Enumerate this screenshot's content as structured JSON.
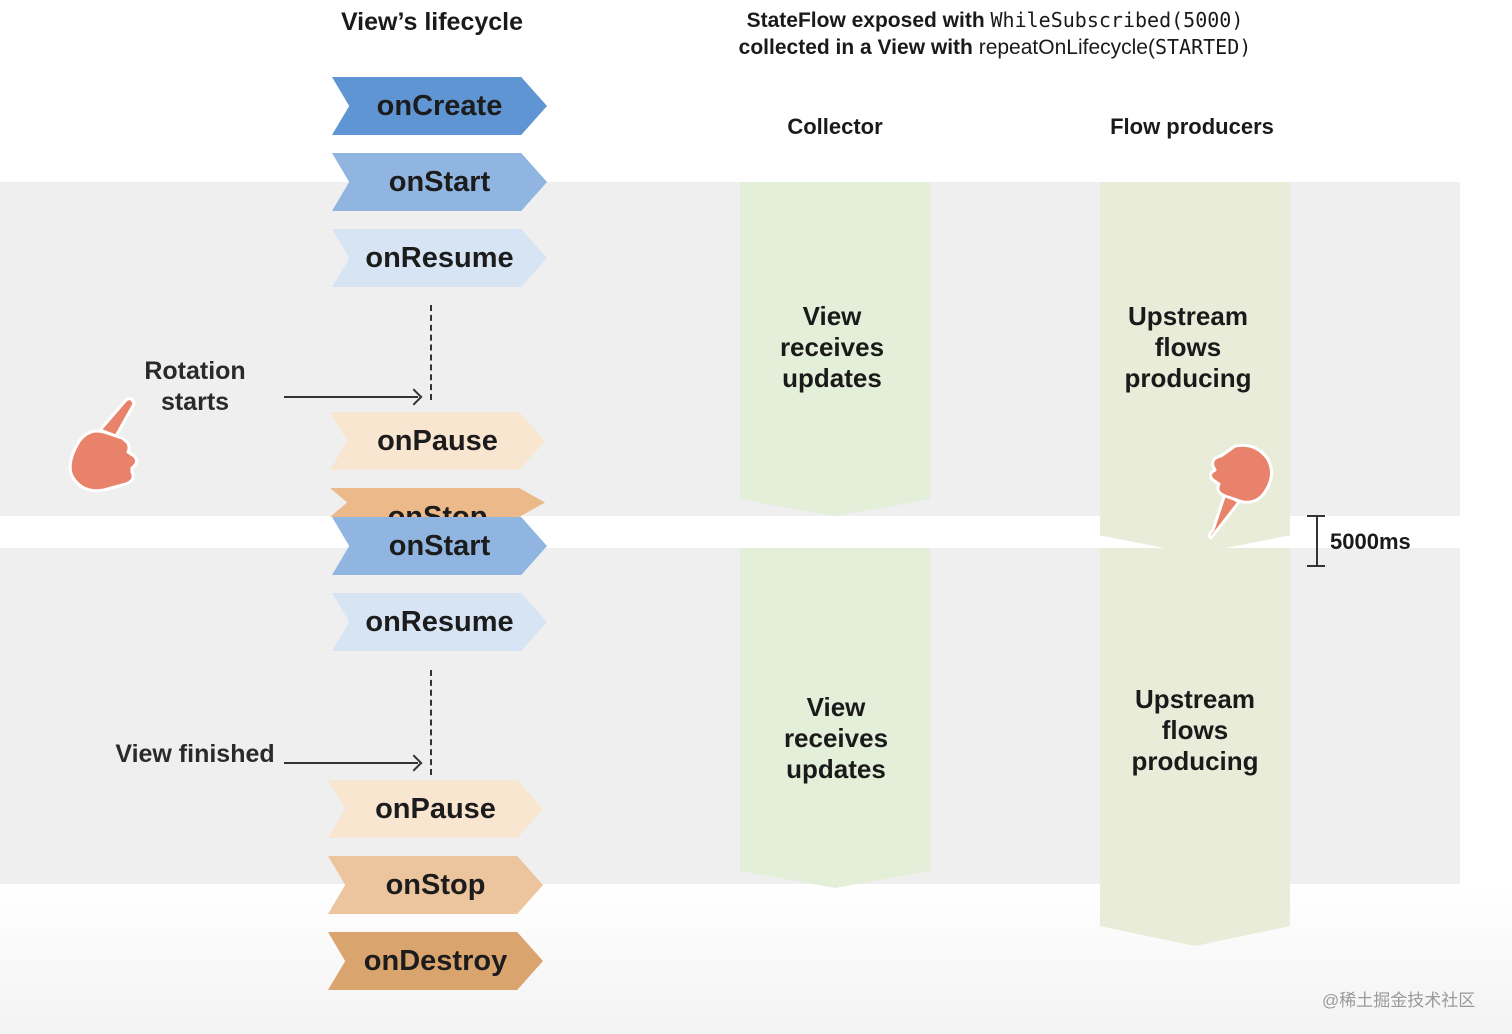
{
  "lifecycle": {
    "title": "View’s lifecycle",
    "steps": [
      {
        "label": "onCreate",
        "color": "#5f95d3"
      },
      {
        "label": "onStart",
        "color": "#8fb5e0"
      },
      {
        "label": "onResume",
        "color": "#d6e4f3"
      },
      {
        "label": "onPause",
        "color": "#f8e6d0"
      },
      {
        "label": "onStop",
        "color": "#ebb98a"
      },
      {
        "label": "onStart",
        "color": "#8fb5e0"
      },
      {
        "label": "onResume",
        "color": "#d6e4f3"
      },
      {
        "label": "onPause",
        "color": "#f8e6d0"
      },
      {
        "label": "onStop",
        "color": "#ecc49e"
      },
      {
        "label": "onDestroy",
        "color": "#d9a46e"
      }
    ]
  },
  "header": {
    "line1_bold": "StateFlow exposed with",
    "line1_code": "WhileSubscribed(5000)",
    "line2_bold": "collected in a View with",
    "line2_plain": "repeatOnLifecycle(",
    "line2_code": "STARTED",
    "line2_end": ")"
  },
  "columns": {
    "collector": "Collector",
    "producers": "Flow producers"
  },
  "blocks": {
    "collector_top": [
      "View",
      "receives",
      "updates"
    ],
    "collector_bottom": [
      "View",
      "receives",
      "updates"
    ],
    "producers_top": [
      "Upstream",
      "flows",
      "producing"
    ],
    "producers_bottom": [
      "Upstream",
      "flows",
      "producing"
    ]
  },
  "annotations": {
    "rotation": [
      "Rotation",
      "starts"
    ],
    "finished": "View finished",
    "timeout": "5000ms"
  },
  "watermark": "@稀土掘金技术社区",
  "colors": {
    "band": "#efefef",
    "collector_fill": "#e3efd9",
    "producer_fill": "#e9ecd9",
    "hand": "#e8826a"
  }
}
